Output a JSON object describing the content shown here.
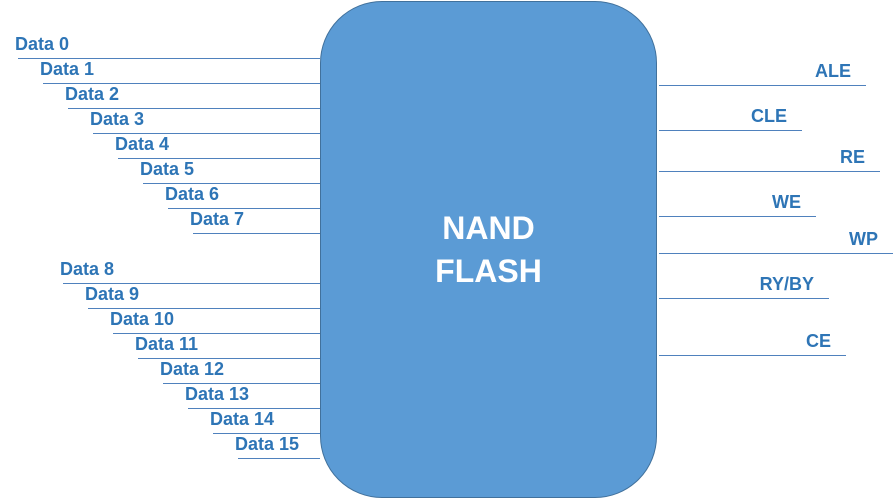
{
  "chip": {
    "line1": "NAND",
    "line2": "FLASH",
    "fill_color": "#5b9bd5",
    "border_color": "#41719c",
    "text_color": "#ffffff"
  },
  "label_color": "#2e75b6",
  "wire_color": "#4f81bd",
  "data_pins": [
    {
      "label": "Data 0"
    },
    {
      "label": "Data 1"
    },
    {
      "label": "Data 2"
    },
    {
      "label": "Data 3"
    },
    {
      "label": "Data 4"
    },
    {
      "label": "Data 5"
    },
    {
      "label": "Data 6"
    },
    {
      "label": "Data 7"
    },
    {
      "label": "Data 8"
    },
    {
      "label": "Data 9"
    },
    {
      "label": "Data 10"
    },
    {
      "label": "Data 11"
    },
    {
      "label": "Data 12"
    },
    {
      "label": "Data 13"
    },
    {
      "label": "Data 14"
    },
    {
      "label": "Data 15"
    }
  ],
  "control_pins": [
    {
      "label": "ALE"
    },
    {
      "label": "CLE"
    },
    {
      "label": "RE"
    },
    {
      "label": "WE"
    },
    {
      "label": "WP"
    },
    {
      "label": "RY/BY"
    },
    {
      "label": "CE"
    }
  ]
}
